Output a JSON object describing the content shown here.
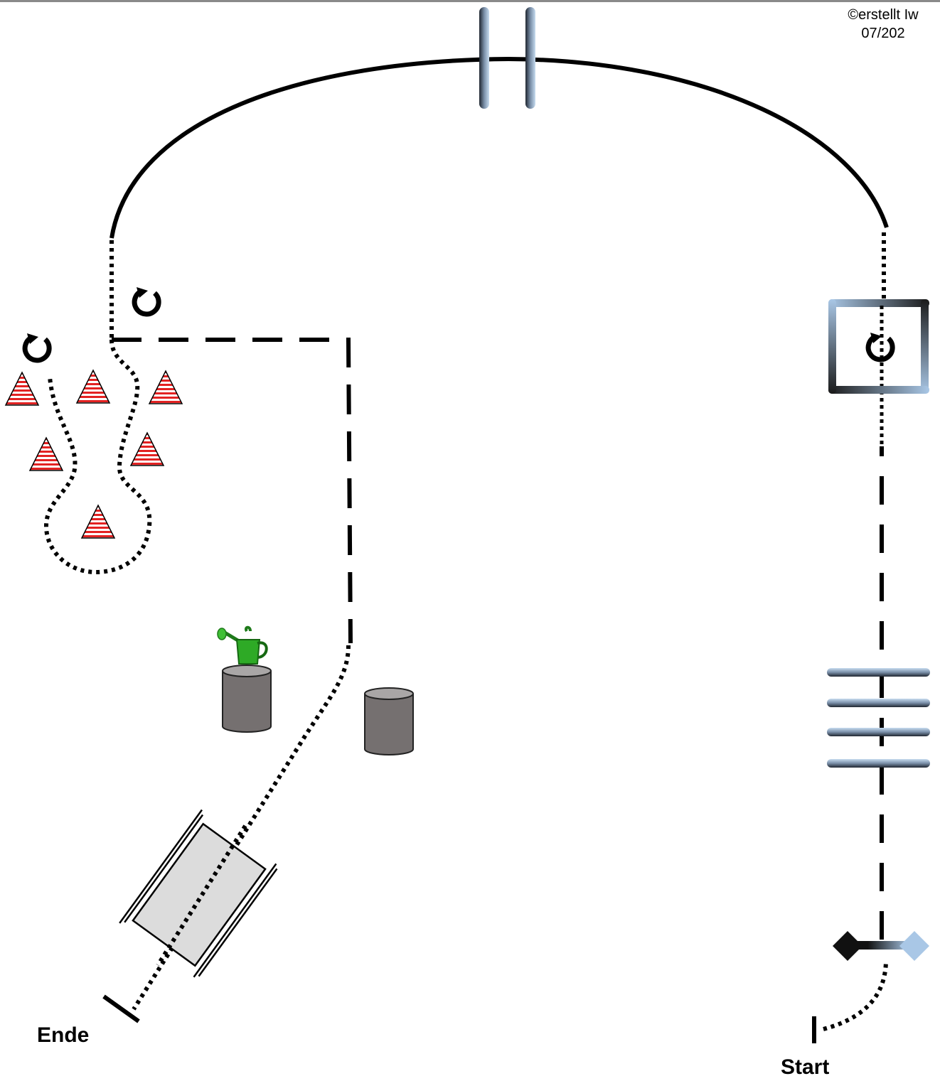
{
  "credit": {
    "line1": "©erstellt Iw",
    "line2": "07/202"
  },
  "labels": {
    "start": "Start",
    "end": "Ende"
  },
  "colors": {
    "path": "#000000",
    "pole_light": "#a9c7e6",
    "pole_dark": "#1a1a1a",
    "cone_red": "#e32222",
    "barrel": "#757070",
    "bridge_fill": "#dcdcdc",
    "watering_can": "#2eaa26"
  },
  "obstacles": {
    "top_gate": "gate-poles-icon",
    "box": "square-box-icon",
    "rails": "ground-poles-icon",
    "start_gate": "start-gate-icon",
    "cones": "cone-icon",
    "turns": "turn-arrow-icon",
    "barrels": "barrel-icon",
    "watering_can": "watering-can-icon",
    "bridge": "bridge-icon"
  }
}
